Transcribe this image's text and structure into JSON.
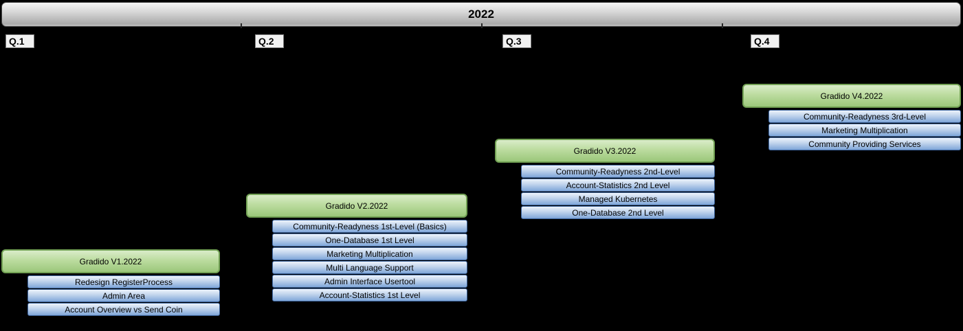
{
  "title": "2022",
  "quarters": [
    {
      "label": "Q.1"
    },
    {
      "label": "Q.2"
    },
    {
      "label": "Q.3"
    },
    {
      "label": "Q.4"
    }
  ],
  "releases": [
    {
      "name": "Gradido V1.2022",
      "quarter": "Q.1",
      "features": [
        "Redesign RegisterProcess",
        "Admin Area",
        "Account Overview vs Send Coin"
      ]
    },
    {
      "name": "Gradido V2.2022",
      "quarter": "Q.2",
      "features": [
        "Community-Readyness 1st-Level (Basics)",
        "One-Database 1st Level",
        "Marketing Multiplication",
        "Multi Language Support",
        "Admin Interface Usertool",
        "Account-Statistics 1st Level"
      ]
    },
    {
      "name": "Gradido V3.2022",
      "quarter": "Q.3",
      "features": [
        "Community-Readyness 2nd-Level",
        "Account-Statistics 2nd Level",
        "Managed Kubernetes",
        "One-Database 2nd Level"
      ]
    },
    {
      "name": "Gradido V4.2022",
      "quarter": "Q.4",
      "features": [
        "Community-Readyness 3rd-Level",
        "Marketing Multiplication",
        "Community Providing Services"
      ]
    }
  ],
  "colors": {
    "background": "#000000",
    "year_bar_gray": "#c9c9c9",
    "release_green": "#a9d08e",
    "release_border_green": "#73a255",
    "feature_blue": "#8db4e2",
    "feature_border_blue": "#3f67a0"
  }
}
